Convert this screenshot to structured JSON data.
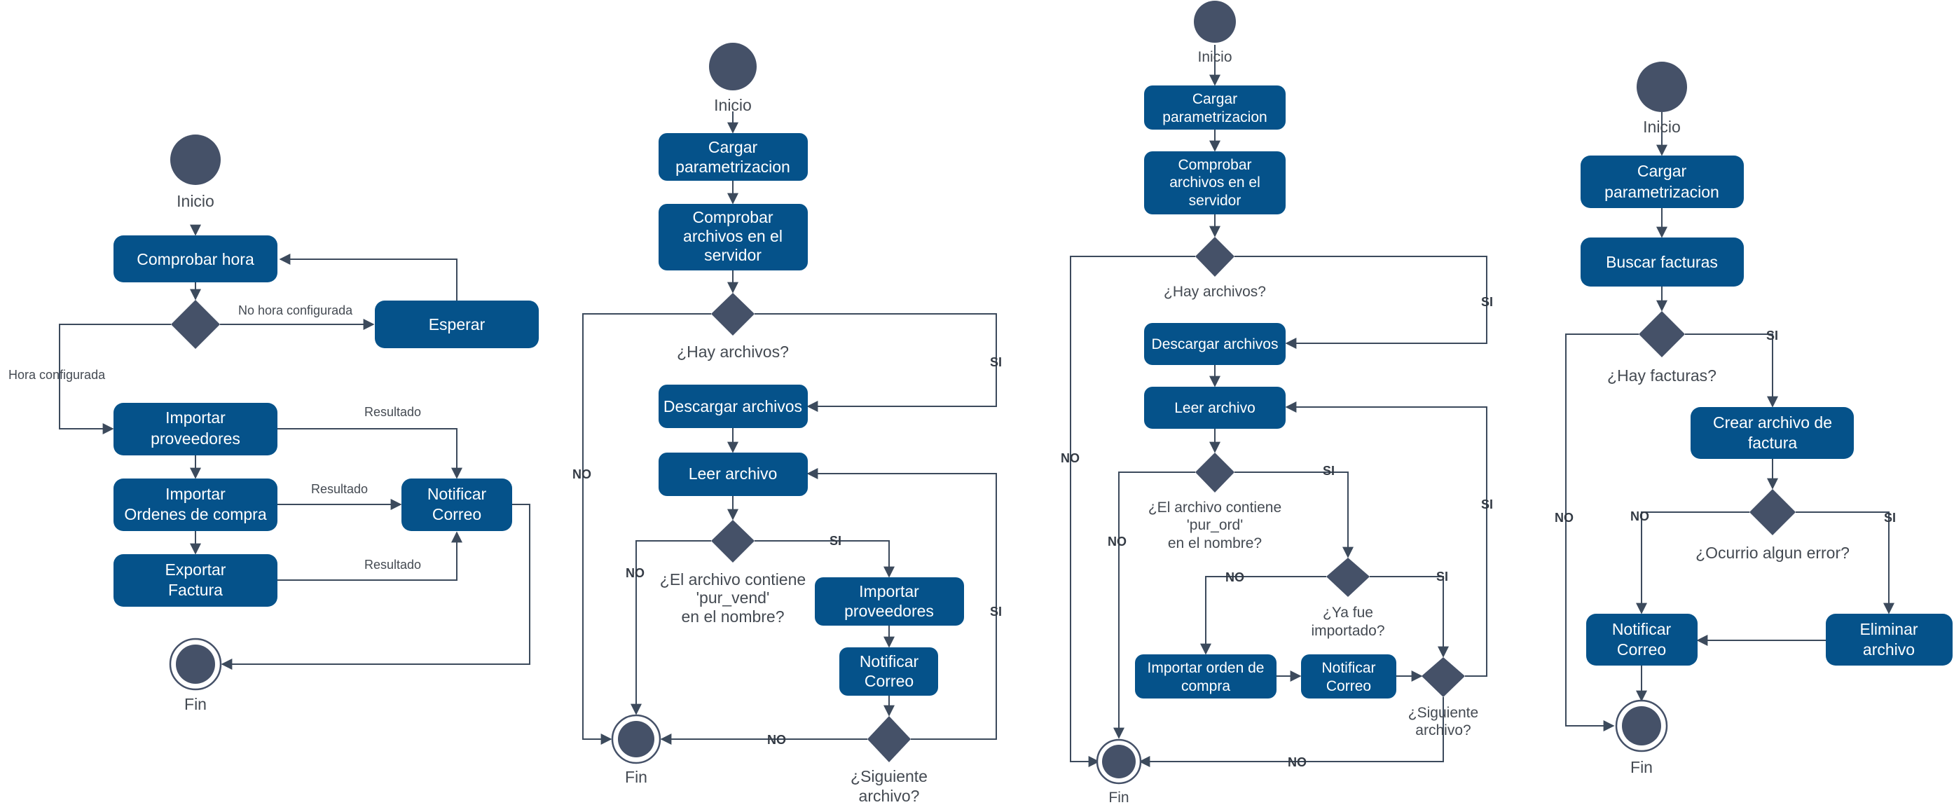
{
  "colors": {
    "activity": "#05528a",
    "node": "#455168",
    "edge": "#3c4a5c",
    "label": "#444a52"
  },
  "diagrams": [
    {
      "start_label": "Inicio",
      "end_label": "Fin",
      "activities": {
        "check_time": "Comprobar hora",
        "wait": "Esperar",
        "import_suppliers": [
          "Importar",
          "proveedores"
        ],
        "import_orders": [
          "Importar",
          "Ordenes de compra"
        ],
        "export_invoice": [
          "Exportar",
          "Factura"
        ],
        "notify": [
          "Notificar",
          "Correo"
        ]
      },
      "edge_labels": {
        "no_time": "No hora configurada",
        "time_set": "Hora configurada",
        "result_1": "Resultado",
        "result_2": "Resultado",
        "result_3": "Resultado"
      }
    },
    {
      "start_label": "Inicio",
      "end_label": "Fin",
      "activities": {
        "load_params": [
          "Cargar",
          "parametrizacion"
        ],
        "check_files": [
          "Comprobar",
          "archivos en el",
          "servidor"
        ],
        "download": "Descargar archivos",
        "read": "Leer archivo",
        "import_suppliers": [
          "Importar",
          "proveedores"
        ],
        "notify": [
          "Notificar",
          "Correo"
        ]
      },
      "decisions": {
        "has_files": "¿Hay archivos?",
        "contains": [
          "¿El archivo contiene",
          "'pur_vend'",
          "en el nombre?"
        ],
        "next_file": [
          "¿Siguiente",
          "archivo?"
        ]
      },
      "edge_labels": {
        "si_1": "SI",
        "no_1": "NO",
        "si_2": "SI",
        "no_2": "NO",
        "si_3": "SI",
        "no_3": "NO"
      }
    },
    {
      "start_label": "Inicio",
      "end_label": "Fin",
      "activities": {
        "load_params": [
          "Cargar",
          "parametrizacion"
        ],
        "check_files": [
          "Comprobar",
          "archivos en el",
          "servidor"
        ],
        "download": "Descargar archivos",
        "read": "Leer archivo",
        "import_order": [
          "Importar orden de",
          "compra"
        ],
        "notify": [
          "Notificar",
          "Correo"
        ]
      },
      "decisions": {
        "has_files": "¿Hay archivos?",
        "contains": [
          "¿El archivo contiene",
          "'pur_ord'",
          "en el nombre?"
        ],
        "imported": [
          "¿Ya fue",
          "importado?"
        ],
        "next_file": [
          "¿Siguiente",
          "archivo?"
        ]
      },
      "edge_labels": {
        "si_1": "SI",
        "no_1": "NO",
        "si_2": "SI",
        "no_2": "NO",
        "si_3": "SI",
        "no_3": "NO",
        "si_4": "SI",
        "no_4": "NO"
      }
    },
    {
      "start_label": "Inicio",
      "end_label": "Fin",
      "activities": {
        "load_params": [
          "Cargar",
          "parametrizacion"
        ],
        "search": "Buscar facturas",
        "create_file": [
          "Crear archivo de",
          "factura"
        ],
        "notify": [
          "Notificar",
          "Correo"
        ],
        "delete_file": [
          "Eliminar",
          "archivo"
        ]
      },
      "decisions": {
        "has_invoices": "¿Hay facturas?",
        "error": "¿Ocurrio algun error?"
      },
      "edge_labels": {
        "si_1": "SI",
        "no_1": "NO",
        "si_2": "SI",
        "no_2": "NO"
      }
    }
  ]
}
